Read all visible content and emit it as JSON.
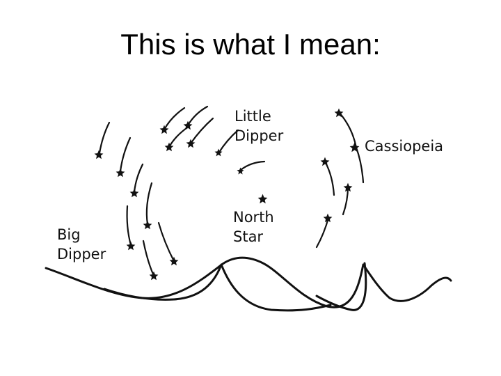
{
  "slide": {
    "title": "This is what I mean:"
  },
  "diagram": {
    "labels": {
      "little_dipper": [
        "Little",
        "Dipper"
      ],
      "cassiopeia": "Cassiopeia",
      "north_star": [
        "North",
        "Star"
      ],
      "big_dipper": [
        "Big",
        "Dipper"
      ]
    },
    "colors": {
      "ink": "#111111",
      "background": "#ffffff"
    }
  }
}
